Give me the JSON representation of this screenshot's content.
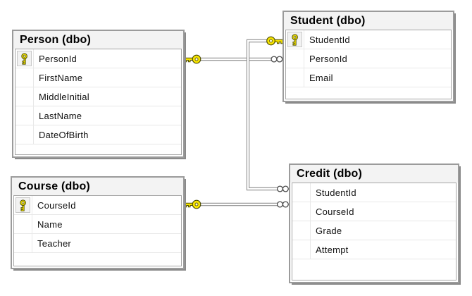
{
  "tables": [
    {
      "title": "Person (dbo)",
      "columns": [
        {
          "name": "PersonId",
          "pk": true
        },
        {
          "name": "FirstName",
          "pk": false
        },
        {
          "name": "MiddleInitial",
          "pk": false
        },
        {
          "name": "LastName",
          "pk": false
        },
        {
          "name": "DateOfBirth",
          "pk": false
        }
      ]
    },
    {
      "title": "Student (dbo)",
      "columns": [
        {
          "name": "StudentId",
          "pk": true
        },
        {
          "name": "PersonId",
          "pk": false
        },
        {
          "name": "Email",
          "pk": false
        }
      ]
    },
    {
      "title": "Course (dbo)",
      "columns": [
        {
          "name": "CourseId",
          "pk": true
        },
        {
          "name": "Name",
          "pk": false
        },
        {
          "name": "Teacher",
          "pk": false
        }
      ]
    },
    {
      "title": "Credit (dbo)",
      "columns": [
        {
          "name": "StudentId",
          "pk": false
        },
        {
          "name": "CourseId",
          "pk": false
        },
        {
          "name": "Grade",
          "pk": false
        },
        {
          "name": "Attempt",
          "pk": false
        }
      ]
    }
  ],
  "relationships": [
    {
      "one_side": "Person.PersonId",
      "one_end_icon": "key-icon",
      "many_side": "Student.PersonId",
      "many_end_icon": "infinity-icon"
    },
    {
      "one_side": "Student.StudentId",
      "one_end_icon": "key-icon",
      "many_side": "Credit.StudentId",
      "many_end_icon": "infinity-icon"
    },
    {
      "one_side": "Course.CourseId",
      "one_end_icon": "key-icon",
      "many_side": "Credit.CourseId",
      "many_end_icon": "infinity-icon"
    }
  ],
  "colors": {
    "canvas_bg": "#ffffff",
    "title_bg": "#f3f3f3",
    "window_border": "#9b9b9b",
    "grid_border": "#a5a5a5",
    "row_divider": "#e8e8e8",
    "shadow": "#8a8a8a",
    "relationship_line": "#8f8f8f",
    "key_yellow": "#f7e400",
    "key_outline": "#4d4d00",
    "infinity_outline": "#4a4a4a"
  }
}
